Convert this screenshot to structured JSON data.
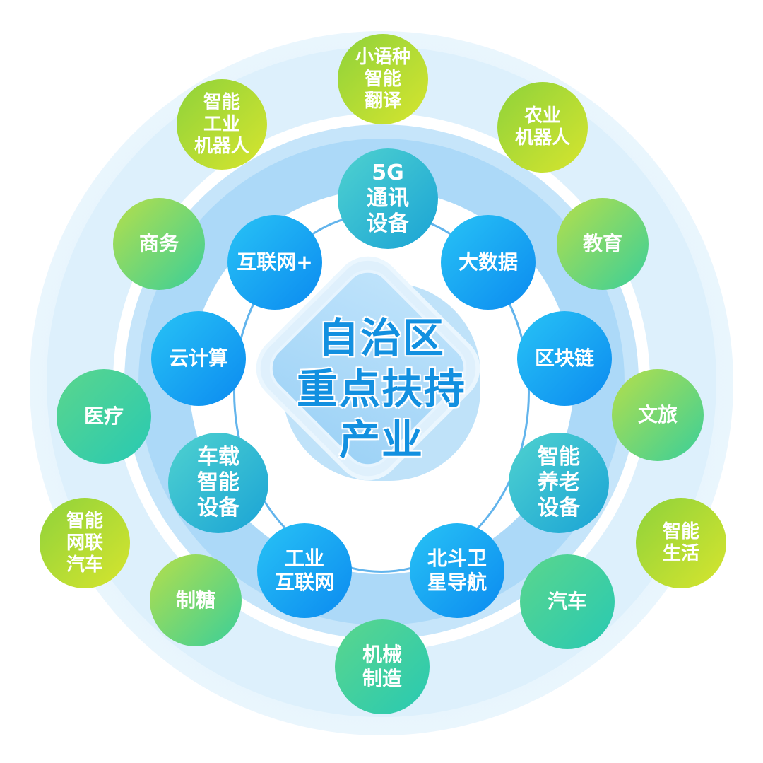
{
  "center": {
    "lines": [
      "自治区",
      "重点扶持",
      "产业"
    ]
  },
  "inner_nodes": [
    {
      "id": "5g",
      "lines": [
        "5G",
        "通讯",
        "设备"
      ]
    },
    {
      "id": "bigdata",
      "lines": [
        "大数据"
      ]
    },
    {
      "id": "blockchain",
      "lines": [
        "区块链"
      ]
    },
    {
      "id": "elder",
      "lines": [
        "智能",
        "养老",
        "设备"
      ]
    },
    {
      "id": "beidou",
      "lines": [
        "北斗卫",
        "星导航"
      ]
    },
    {
      "id": "industrial-internet",
      "lines": [
        "工业",
        "互联网"
      ]
    },
    {
      "id": "vehicle",
      "lines": [
        "车载",
        "智能",
        "设备"
      ]
    },
    {
      "id": "cloud",
      "lines": [
        "云计算"
      ]
    },
    {
      "id": "internet-plus",
      "lines": [
        "互联网+"
      ]
    }
  ],
  "outer_nodes": [
    {
      "id": "translation",
      "lines": [
        "小语种",
        "智能",
        "翻译"
      ]
    },
    {
      "id": "agri-robot",
      "lines": [
        "农业",
        "机器人"
      ]
    },
    {
      "id": "education",
      "lines": [
        "教育"
      ]
    },
    {
      "id": "culture-travel",
      "lines": [
        "文旅"
      ]
    },
    {
      "id": "smart-life",
      "lines": [
        "智能",
        "生活"
      ]
    },
    {
      "id": "auto",
      "lines": [
        "汽车"
      ]
    },
    {
      "id": "machinery",
      "lines": [
        "机械",
        "制造"
      ]
    },
    {
      "id": "sugar",
      "lines": [
        "制糖"
      ]
    },
    {
      "id": "connected-car",
      "lines": [
        "智能",
        "网联",
        "汽车"
      ]
    },
    {
      "id": "medical",
      "lines": [
        "医疗"
      ]
    },
    {
      "id": "business",
      "lines": [
        "商务"
      ]
    },
    {
      "id": "industrial-robot",
      "lines": [
        "智能",
        "工业",
        "机器人"
      ]
    }
  ]
}
